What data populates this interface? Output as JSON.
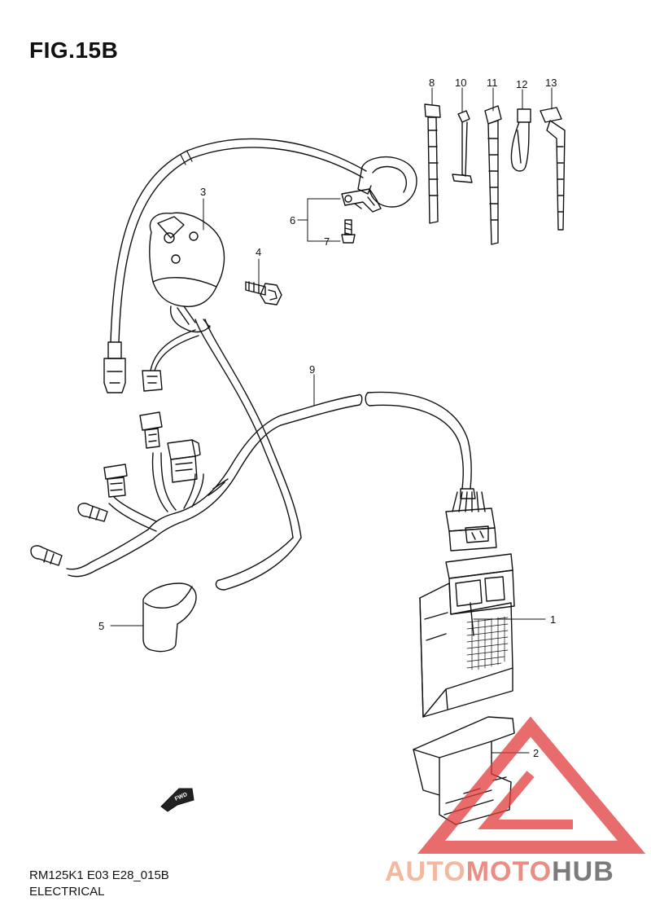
{
  "figure": {
    "title": "FIG.15B",
    "code": "RM125K1 E03 E28_015B",
    "section": "ELECTRICAL",
    "fwd_label": "FWD"
  },
  "callouts": [
    "1",
    "2",
    "3",
    "4",
    "5",
    "6",
    "7",
    "8",
    "9",
    "10",
    "11",
    "12",
    "13"
  ],
  "watermark": {
    "part1": "AUTO",
    "part2": "MOTO",
    "part3": "HUB",
    "colors": {
      "auto": "#f2b9a0",
      "moto": "#e98e84",
      "hub": "#7b7b7b",
      "triangle": "#e23b3b"
    }
  }
}
